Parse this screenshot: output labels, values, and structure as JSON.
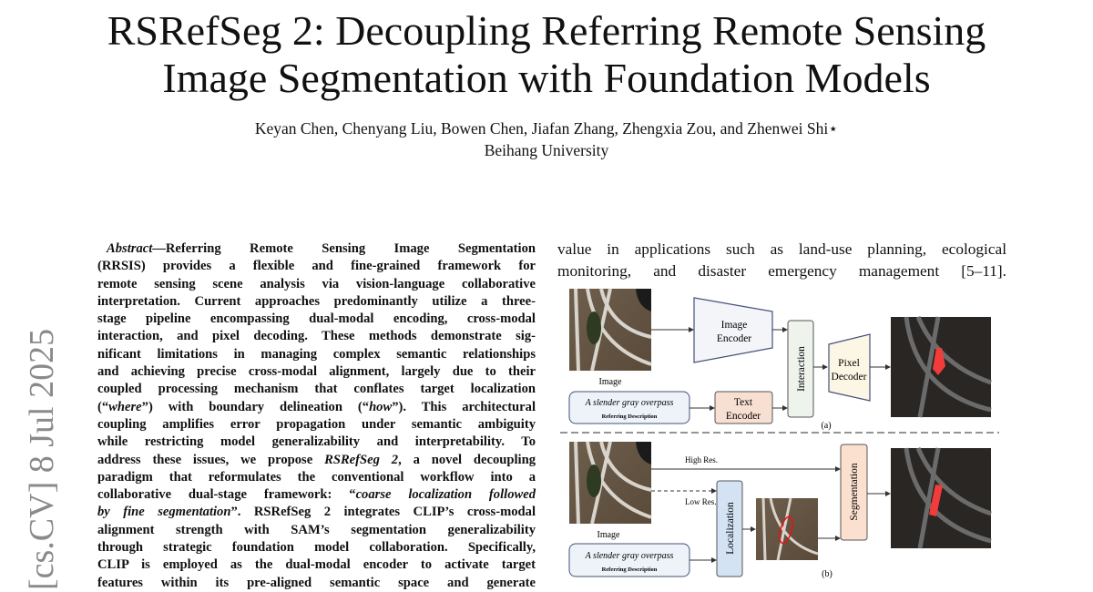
{
  "title": {
    "line1": "RSRefSeg 2: Decoupling Referring Remote Sensing",
    "line2": "Image Segmentation with Foundation Models"
  },
  "authors": "Keyan Chen, Chenyang Liu, Bowen Chen, Jiafan Zhang, Zhengxia Zou, and Zhenwei Shi⋆",
  "affiliation": "Beihang University",
  "arxiv_stamp": "[cs.CV]  8 Jul 2025",
  "abstract_lines": [
    [
      {
        "t": "Abstract",
        "i": true
      },
      {
        "t": "—Referring Remote Sensing Image Segmentation"
      }
    ],
    [
      {
        "t": "(RRSIS) provides a flexible and fine-grained framework for"
      }
    ],
    [
      {
        "t": "remote sensing scene analysis via vision-language collaborative"
      }
    ],
    [
      {
        "t": "interpretation. Current approaches predominantly utilize a three-"
      }
    ],
    [
      {
        "t": "stage pipeline encompassing dual-modal encoding, cross-modal"
      }
    ],
    [
      {
        "t": "interaction, and pixel decoding. These methods demonstrate sig-"
      }
    ],
    [
      {
        "t": "nificant limitations in managing complex semantic relationships"
      }
    ],
    [
      {
        "t": "and achieving precise cross-modal alignment, largely due to their"
      }
    ],
    [
      {
        "t": "coupled processing mechanism that conflates target localization"
      }
    ],
    [
      {
        "t": "(“"
      },
      {
        "t": "where",
        "i": true
      },
      {
        "t": "”) with boundary delineation (“"
      },
      {
        "t": "how",
        "i": true
      },
      {
        "t": "”). This architectural"
      }
    ],
    [
      {
        "t": "coupling amplifies error propagation under semantic ambiguity"
      }
    ],
    [
      {
        "t": "while restricting model generalizability and interpretability. To"
      }
    ],
    [
      {
        "t": "address these issues, we propose "
      },
      {
        "t": "RSRefSeg 2",
        "i": true
      },
      {
        "t": ", a novel decoupling"
      }
    ],
    [
      {
        "t": "paradigm that reformulates the conventional workflow into a"
      }
    ],
    [
      {
        "t": "collaborative dual-stage framework: “"
      },
      {
        "t": "coarse localization followed",
        "i": true
      }
    ],
    [
      {
        "t": "by fine segmentation",
        "i": true
      },
      {
        "t": "”. RSRefSeg 2 integrates CLIP’s cross-modal"
      }
    ],
    [
      {
        "t": "alignment strength with SAM’s segmentation generalizability"
      }
    ],
    [
      {
        "t": "through strategic foundation model collaboration. Specifically,"
      }
    ],
    [
      {
        "t": "CLIP is employed as the dual-modal encoder to activate target"
      }
    ],
    [
      {
        "t": "features within its pre-aligned semantic space and generate"
      }
    ]
  ],
  "right_text": [
    "value in applications such as land-use planning, ecological",
    "monitoring, and disaster emergency management [5–11]."
  ],
  "figure": {
    "panel_a": {
      "image_label": "Image",
      "image_encoder": [
        "Image",
        "Encoder"
      ],
      "interaction": "Interaction",
      "pixel_decoder": [
        "Pixel",
        "Decoder"
      ],
      "text_encoder": [
        "Text",
        "Encoder"
      ],
      "referring_text": "A slender gray overpass",
      "referring_label": "Referring Description",
      "caption": "(a)"
    },
    "panel_b": {
      "image_label": "Image",
      "high_res": "High Res.",
      "low_res": "Low Res.",
      "localization": "Localization",
      "segmentation": "Segmentation",
      "referring_text": "A slender gray overpass",
      "referring_label": "Referring Description",
      "caption": "(b)"
    },
    "colors": {
      "image_encoder": "#f4f5f8",
      "interaction": "#eef3ec",
      "pixel_decoder": "#fcf6e4",
      "text_encoder": "#f7dfd2",
      "referring_box": "#eef3fa",
      "localization": "#d3e3f3",
      "segmentation": "#fbe0cf",
      "mask": "#f23b3b"
    }
  }
}
